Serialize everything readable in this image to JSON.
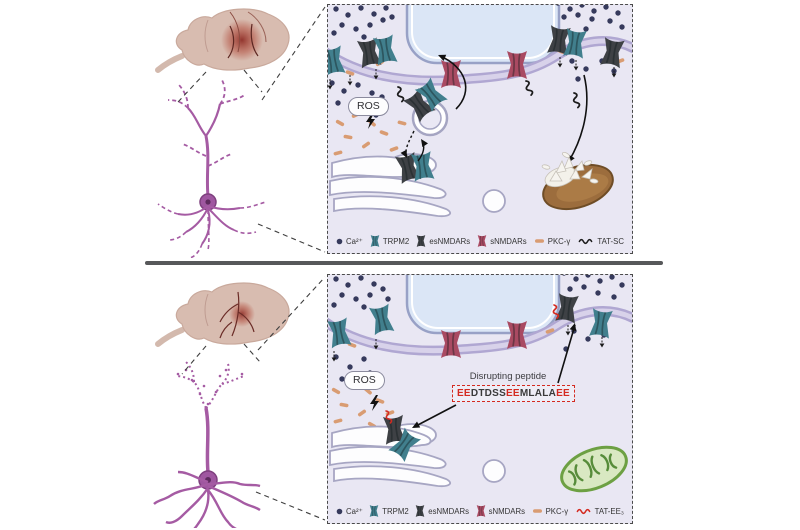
{
  "panels": {
    "top": {
      "ros": "ROS",
      "legend": [
        {
          "icon": "calcium-dot-icon",
          "label": "Ca²⁺"
        },
        {
          "icon": "trpm2-channel-icon",
          "label": "TRPM2"
        },
        {
          "icon": "esnmdar-channel-icon",
          "label": "esNMDARs"
        },
        {
          "icon": "snmdar-channel-icon",
          "label": "sNMDARs"
        },
        {
          "icon": "pkc-gamma-icon",
          "label": "PKC-γ"
        },
        {
          "icon": "tat-sc-squiggle-icon",
          "label": "TAT-SC"
        }
      ]
    },
    "bottom": {
      "ros": "ROS",
      "peptide": {
        "label": "Disrupting peptide",
        "segments": [
          {
            "text": "EE",
            "red": true
          },
          {
            "text": "DTDSS",
            "red": false
          },
          {
            "text": "EE",
            "red": true
          },
          {
            "text": "MLALA",
            "red": false
          },
          {
            "text": "EE",
            "red": true
          }
        ]
      },
      "legend": [
        {
          "icon": "calcium-dot-icon",
          "label": "Ca²⁺"
        },
        {
          "icon": "trpm2-channel-icon",
          "label": "TRPM2"
        },
        {
          "icon": "esnmdar-channel-icon",
          "label": "esNMDARs"
        },
        {
          "icon": "snmdar-channel-icon",
          "label": "sNMDARs"
        },
        {
          "icon": "pkc-gamma-icon",
          "label": "PKC-γ"
        },
        {
          "icon": "tat-ee3-squiggle-icon",
          "label": "TAT-EE₃"
        }
      ]
    }
  },
  "colors": {
    "panel_bg": "#e9e7f3",
    "membrane": "#b0a7d2",
    "presynaptic_terminal": "#dbe6f6",
    "trpm2": "#417f8d",
    "esnmdar": "#3e4145",
    "snmdar": "#a94a62",
    "calcium": "#363a5c",
    "pkc_gamma": "#d99c72",
    "tat_sc": "#1c1c1c",
    "tat_ee3": "#d42a20",
    "mitochondria_damaged": "#9c6d3d",
    "mitochondria_healthy": "#6da043",
    "neuron": "#a55ba3",
    "brain": "#d8bcb0",
    "brain_lesion": "#9e332c"
  }
}
